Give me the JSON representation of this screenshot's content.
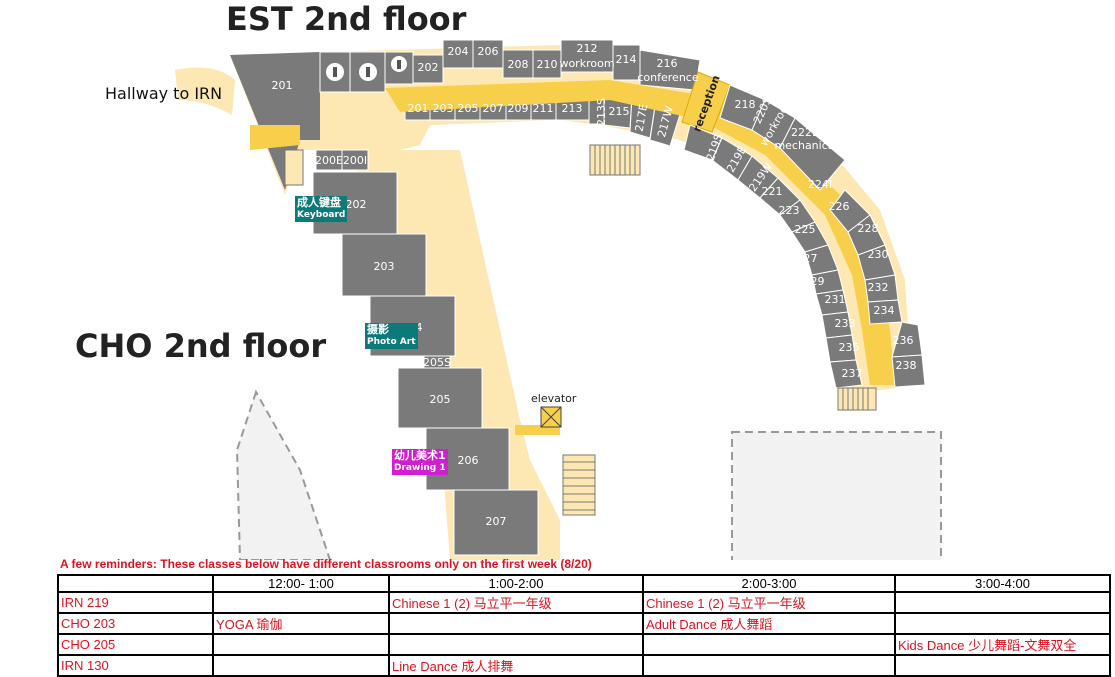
{
  "map": {
    "est_title": "EST 2nd floor",
    "cho_title": "CHO 2nd floor",
    "hallway_label": "Hallway to IRN",
    "elevator_label": "elevator",
    "est_rooms_outer": [
      "204",
      "206",
      "208",
      "210",
      "212",
      "workroom",
      "214",
      "216",
      "conference"
    ],
    "est_rooms_inner": [
      "201",
      "203",
      "205",
      "207",
      "209",
      "211",
      "213"
    ],
    "est_small": [
      "213S",
      "215",
      "217E",
      "217W",
      "219S",
      "219E",
      "219W",
      "220S",
      "workroom",
      "222E",
      "mechanical",
      "224I"
    ],
    "est_misc": [
      "201",
      "202",
      "200E",
      "200I",
      "reception",
      "218",
      "221",
      "223",
      "225",
      "226",
      "227",
      "228",
      "229",
      "230",
      "231",
      "232",
      "233",
      "234",
      "235",
      "236",
      "237",
      "238"
    ],
    "cho_rooms": [
      "202",
      "203",
      "204",
      "205",
      "206",
      "207"
    ],
    "cho_small": [
      "205S"
    ],
    "tags": [
      {
        "zh": "成人键盘",
        "en": "Keyboard"
      },
      {
        "zh": "摄影",
        "en": "Photo Art"
      },
      {
        "zh": "幼儿美术1",
        "en": "Drawing 1"
      }
    ]
  },
  "schedule": {
    "reminder": "A few reminders: These classes below have different classrooms only on the first week (8/20)",
    "headers": [
      "",
      "12:00- 1:00",
      "1:00-2:00",
      "2:00-3:00",
      "3:00-4:00"
    ],
    "rows": [
      [
        "IRN 219",
        "",
        "Chinese 1 (2) 马立平一年级",
        "Chinese 1 (2) 马立平一年级",
        ""
      ],
      [
        "CHO 203",
        "YOGA 瑜伽",
        "",
        "Adult Dance 成人舞蹈",
        ""
      ],
      [
        "CHO 205",
        "",
        "",
        "",
        "Kids Dance 少儿舞蹈-文舞双全"
      ],
      [
        "IRN 130",
        "",
        "Line Dance 成人排舞",
        "",
        ""
      ]
    ]
  },
  "colors": {
    "corridor": "#fde8b3",
    "accent": "#f7cf4a",
    "room": "#7a7a7a",
    "room_dark": "#636363",
    "red_text": "#e0131b"
  }
}
